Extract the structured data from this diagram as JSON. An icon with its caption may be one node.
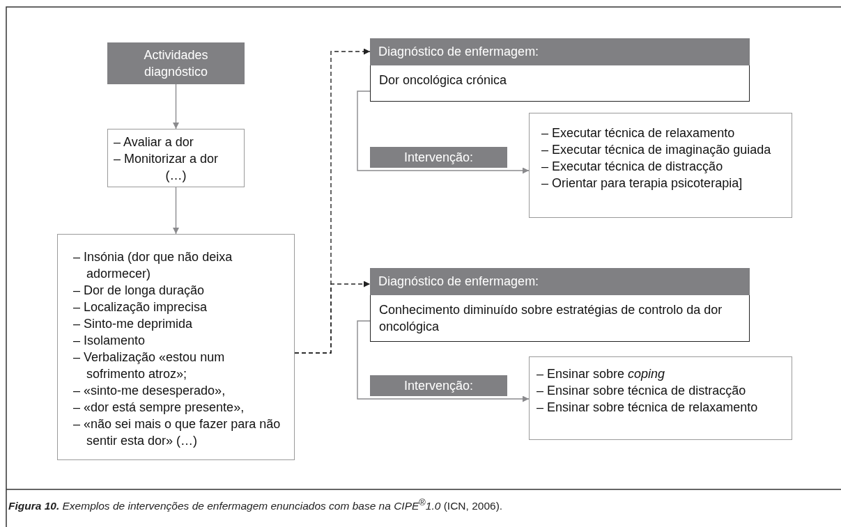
{
  "diagram": {
    "caption": "**Figura 10.** *Exemplos de intervenções de enfermagem enunciados com base na CIPE*$^{®}$*1.0* (ICN, 2006).",
    "nodes": [
      {
        "text": [
          "Actividades diagnóstico"
        ]
      },
      {
        "text": [
          "– Avaliar a dor",
          "– Monitorizar a dor",
          "(…)"
        ]
      },
      {
        "text": [
          "– Insónia (dor que não deixa adormecer)",
          "– Dor de longa duração",
          "– Localização imprecisa",
          "– Sinto-me deprimida",
          "– Isolamento",
          "– Verbalização «estou num sofrimento atroz»;",
          "– «sinto-me desesperado»,",
          "– «dor está sempre presente»,",
          "– «não sei mais o que fazer para não sentir esta dor» (…)"
        ]
      },
      {
        "text": [
          "Diagnóstico de enfermagem:",
          "Dor oncológica crónica"
        ]
      },
      {
        "text": [
          "Intervenção:"
        ]
      },
      {
        "text": [
          "– Executar técnica de relaxamento",
          "– Executar técnica de imaginação guiada",
          "– Executar técnica de distracção",
          "– Orientar para terapia psicoterapia]"
        ]
      },
      {
        "text": [
          "Diagnóstico de enfermagem:",
          "Conhecimento diminuído sobre estratégias de controlo da dor oncológica"
        ]
      },
      {
        "text": [
          "Intervenção:"
        ]
      },
      {
        "text": [
          "– Ensinar sobre *coping*",
          "– Ensinar sobre técnica de distracção",
          "– Ensinar sobre técnica de relaxamento"
        ]
      }
    ],
    "edges": [
      {
        "from": 0,
        "to": 1,
        "arrow": "to"
      },
      {
        "from": 1,
        "to": 2,
        "arrow": "to"
      },
      {
        "from": 2,
        "to": 3,
        "arrow": "to",
        "style": "dashed",
        "color": "#222222"
      },
      {
        "from": 2,
        "to": 6,
        "arrow": "to",
        "style": "dashed",
        "color": "#222222"
      },
      {
        "from": 3,
        "to": 5,
        "arrow": "to"
      },
      {
        "from": 6,
        "to": 8,
        "arrow": "to"
      }
    ]
  }
}
